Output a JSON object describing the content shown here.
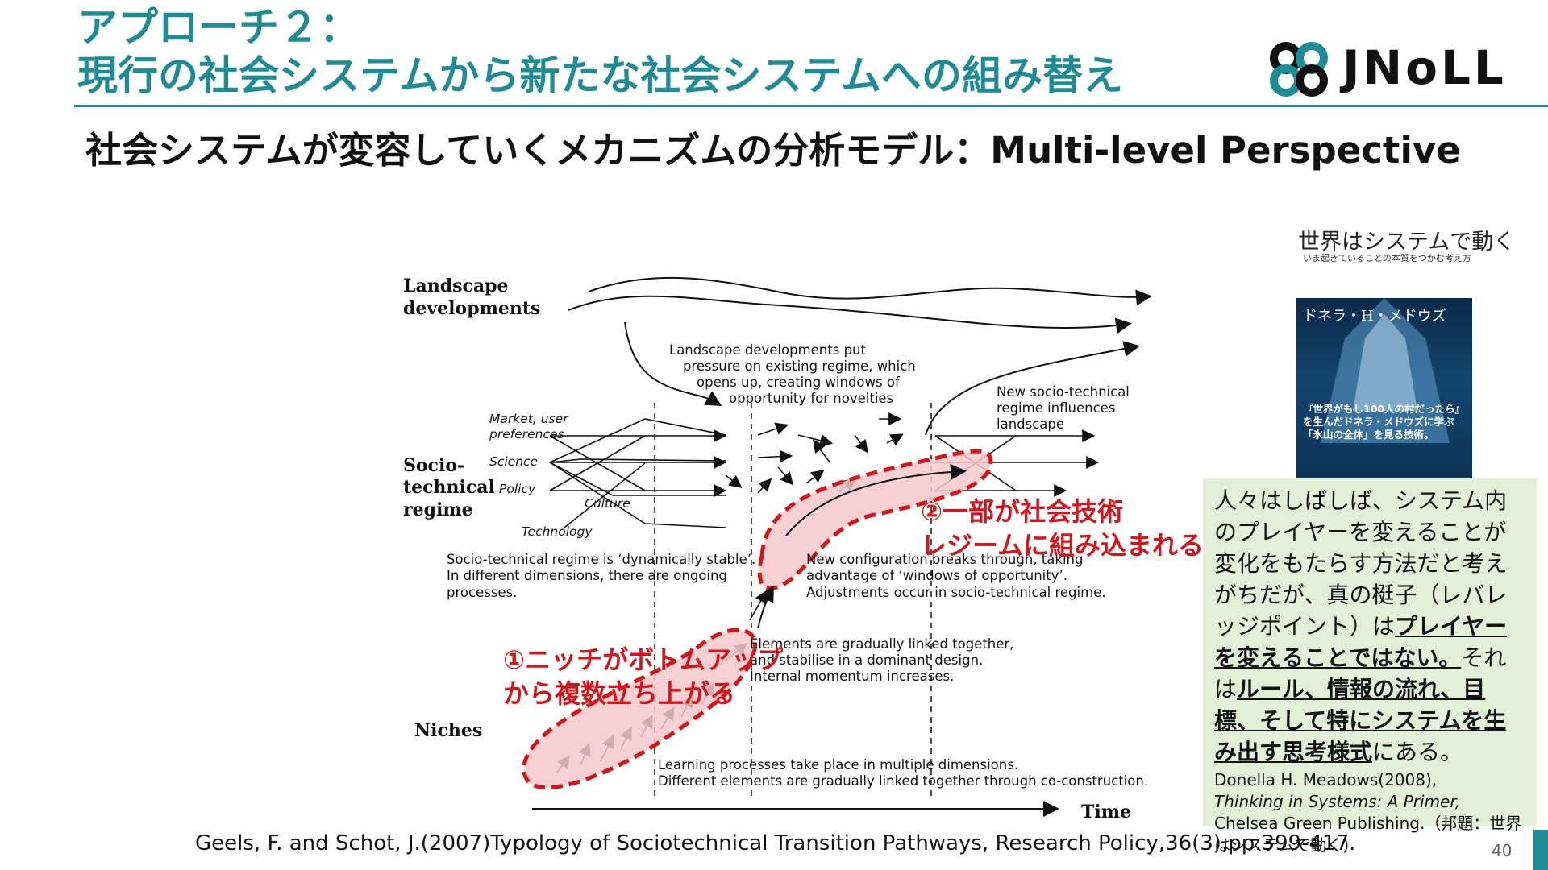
{
  "header": {
    "title_line1": "アプローチ２：",
    "title_line2": "現行の社会システムから新たな社会システムへの組み替え",
    "logo_text": "JNoLL",
    "subtitle": "社会システムが変容していくメカニズムの分析モデル：Multi-level Perspective"
  },
  "diagram": {
    "levels": {
      "landscape_1": "Landscape",
      "landscape_2": "developments",
      "regime_1": "Socio-",
      "regime_2": "technical",
      "regime_3": "regime",
      "niches": "Niches",
      "time": "Time"
    },
    "dimensions": {
      "market_1": "Market, user",
      "market_2": "preferences",
      "science": "Science",
      "policy": "Policy",
      "culture": "Culture",
      "technology": "Technology"
    },
    "notes": {
      "landscape_pressure_1": "Landscape developments put",
      "landscape_pressure_2": "pressure on existing regime, which",
      "landscape_pressure_3": "opens up, creating windows of",
      "landscape_pressure_4": "opportunity for novelties",
      "new_regime_1": "New socio-technical",
      "new_regime_2": "regime influences",
      "new_regime_3": "landscape",
      "stable_1": "Socio-technical regime is ‘dynamically stable’.",
      "stable_2": "In different dimensions, there are ongoing",
      "stable_3": "processes.",
      "breakthrough_1": "New configuration breaks through, taking",
      "breakthrough_2": "advantage of ‘windows of opportunity’.",
      "breakthrough_3": "Adjustments occur in socio-technical regime.",
      "linked_1": "Elements are gradually linked together,",
      "linked_2": "and stabilise in a dominant design.",
      "linked_3": "Internal momentum increases.",
      "learning_1": "Learning processes take place in multiple dimensions.",
      "learning_2": "Different elements are gradually linked together through co-construction."
    },
    "annotations": {
      "niche_1": "①ニッチがボトムアップ",
      "niche_2": "から複数立ち上がる",
      "regime_1": "②一部が社会技術",
      "regime_2": "レジームに組み込まれる"
    }
  },
  "book": {
    "title": "世界はシステムで動く",
    "subtitle": "いま起きていることの本質をつかむ考え方",
    "author": "ドネラ・H・メドウズ",
    "blurb_1": "『世界がもし100人の村だったら』",
    "blurb_2": "を生んだドネラ・メドウズに学ぶ",
    "blurb_3": "「氷山の全体」を見る技術。"
  },
  "note": {
    "p1": "人々はしばしば、システム内のプレイヤーを変えることが変化をもたらす方法だと考えがちだが、真の梃子（レバレッジポイント）は",
    "p2": "プレイヤーを変えることではない。",
    "p3": "それは",
    "p4": "ルール、情報の流れ、目標、そして特にシステムを生み出す思考様式",
    "p5": "にある。",
    "ref_1": "Donella H. Meadows(2008),",
    "ref_2": "Thinking in Systems: A Primer,",
    "ref_3": "Chelsea Green Publishing.（邦題：世界はシステムで動く)"
  },
  "footer": {
    "citation": "Geels, F. and Schot, J.(2007)Typology of Sociotechnical Transition Pathways, Research Policy,36(3),pp.399-417.",
    "page_number": "40"
  },
  "colors": {
    "accent": "#1e8c95",
    "highlight_red": "#d8141b",
    "highlight_fill": "#f6c9c9",
    "note_bg": "#e2efd9"
  }
}
